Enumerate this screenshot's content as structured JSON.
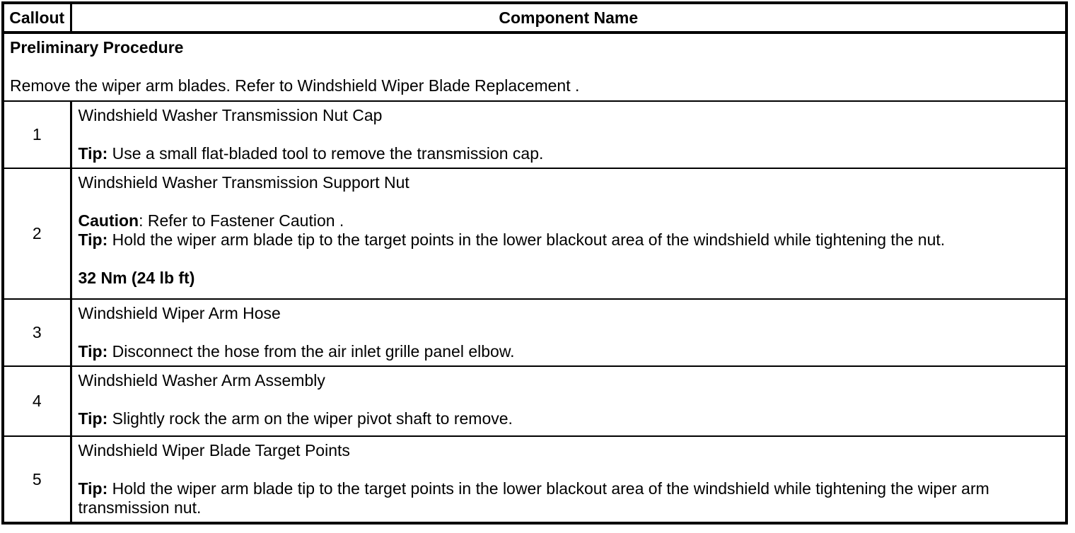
{
  "colors": {
    "background": "#ffffff",
    "border": "#000000",
    "text": "#000000"
  },
  "table": {
    "headers": {
      "callout": "Callout",
      "component": "Component Name"
    },
    "preliminary": {
      "title": "Preliminary Procedure",
      "body": "Remove the wiper arm blades. Refer to Windshield Wiper Blade Replacement ."
    },
    "rows": [
      {
        "callout": "1",
        "component_name": "Windshield Washer Transmission Nut Cap",
        "notes": [
          {
            "label": "Tip:",
            "text": " Use a small flat-bladed tool to remove the transmission cap."
          }
        ]
      },
      {
        "callout": "2",
        "component_name": "Windshield Washer Transmission Support Nut",
        "notes": [
          {
            "label": "Caution",
            "text": ": Refer to Fastener Caution ."
          },
          {
            "label": "Tip:",
            "text": " Hold the wiper arm blade tip to the target points in the lower blackout area of the windshield while tightening the nut."
          }
        ],
        "torque": "32 Nm (24 lb ft)"
      },
      {
        "callout": "3",
        "component_name": "Windshield Wiper Arm Hose",
        "notes": [
          {
            "label": "Tip:",
            "text": " Disconnect the hose from the air inlet grille panel elbow."
          }
        ]
      },
      {
        "callout": "4",
        "component_name": "Windshield Washer Arm Assembly",
        "notes": [
          {
            "label": "Tip:",
            "text": " Slightly rock the arm on the wiper pivot shaft to remove."
          }
        ]
      },
      {
        "callout": "5",
        "component_name": "Windshield Wiper Blade Target Points",
        "notes": [
          {
            "label": "Tip:",
            "text": " Hold the wiper arm blade tip to the target points in the lower blackout area of the windshield while tightening the wiper arm transmission nut."
          }
        ]
      }
    ]
  }
}
